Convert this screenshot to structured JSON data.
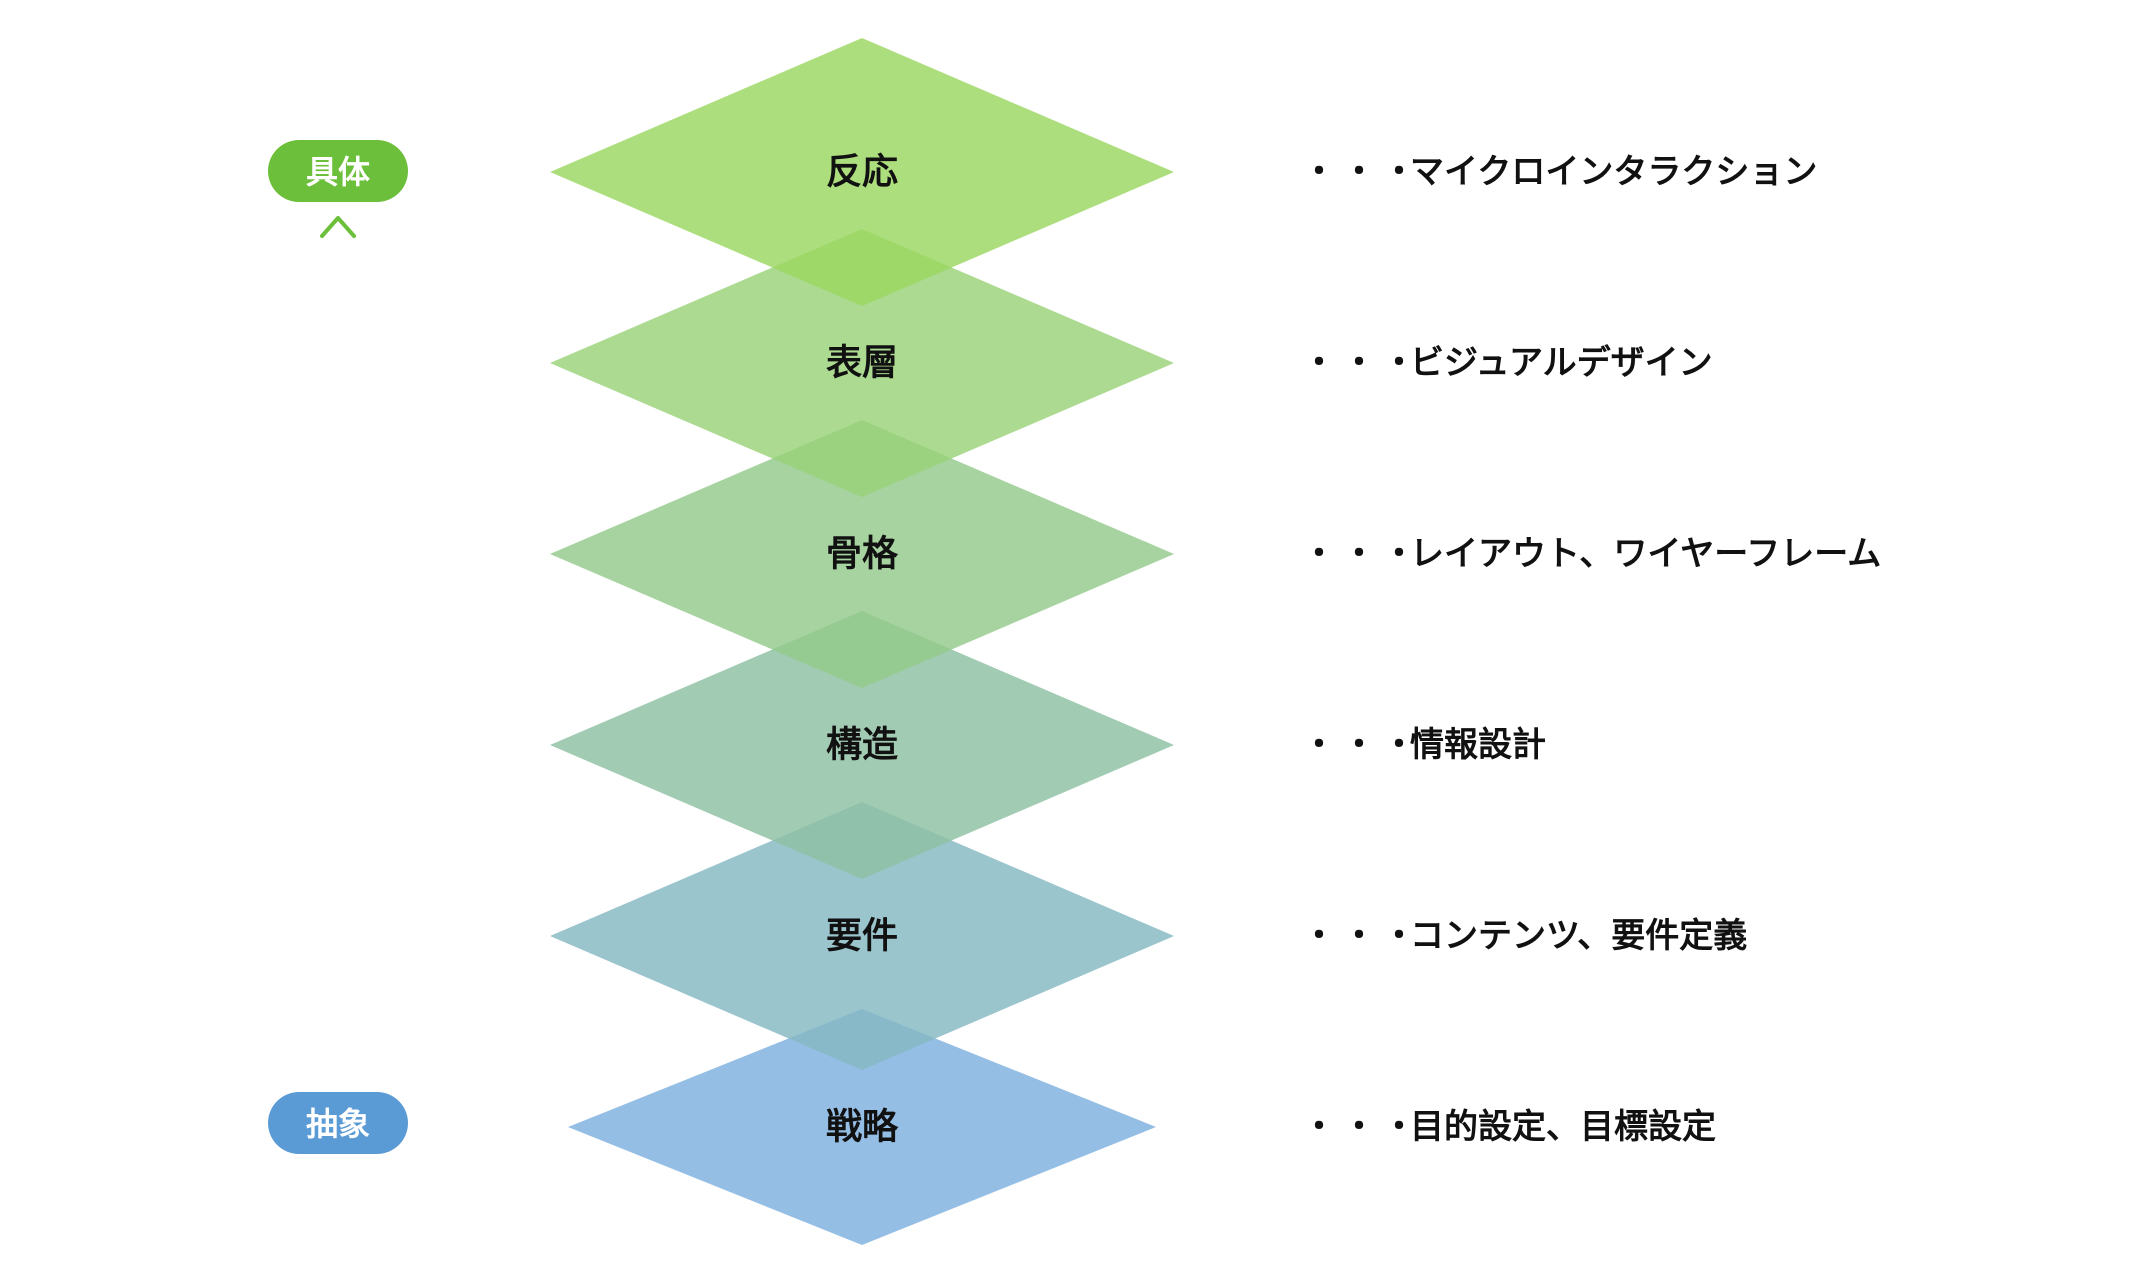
{
  "axis": {
    "top_label": "具体",
    "bottom_label": "抽象",
    "top_color": "#6cbf3a",
    "bottom_color": "#5b9bd5"
  },
  "separator": "・・・",
  "layers": [
    {
      "name": "反応",
      "desc": "マイクロインタラクション",
      "color": "#9bd760"
    },
    {
      "name": "表層",
      "desc": "ビジュアルデザイン",
      "color": "#98d277"
    },
    {
      "name": "骨格",
      "desc": "レイアウト、ワイヤーフレーム",
      "color": "#92c98a"
    },
    {
      "name": "構造",
      "desc": "情報設計",
      "color": "#8dc0a2"
    },
    {
      "name": "要件",
      "desc": "コンテンツ、要件定義",
      "color": "#85b8c2"
    },
    {
      "name": "戦略",
      "desc": "目的設定、目標設定",
      "color": "#7eb0df"
    }
  ]
}
